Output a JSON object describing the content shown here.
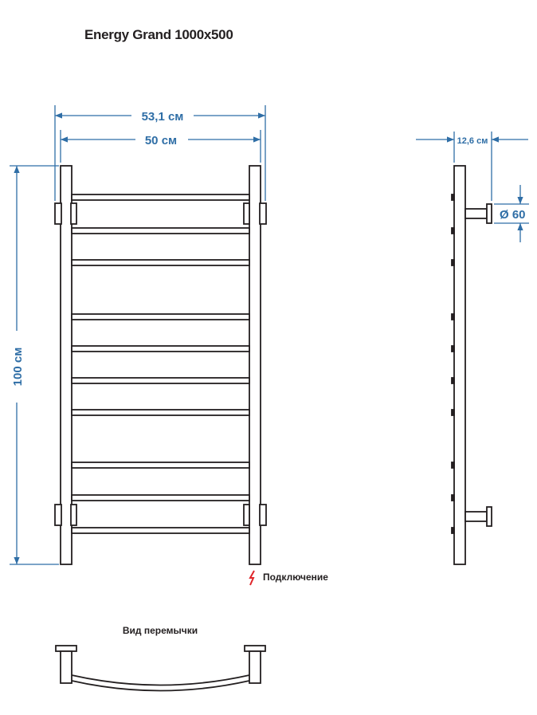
{
  "title": "Energy Grand 1000x500",
  "dimensions": {
    "overall_width": "53,1 см",
    "center_width": "50 см",
    "height": "100 см",
    "depth": "12,6 см",
    "diameter": "Ø 60"
  },
  "legend": {
    "connection": "Подключение"
  },
  "jumper_view_label": "Вид перемычки",
  "colors": {
    "outline": "#231f20",
    "dimension": "#2f6ea6",
    "connection_icon": "#e0262b"
  },
  "rungs_count": 10
}
